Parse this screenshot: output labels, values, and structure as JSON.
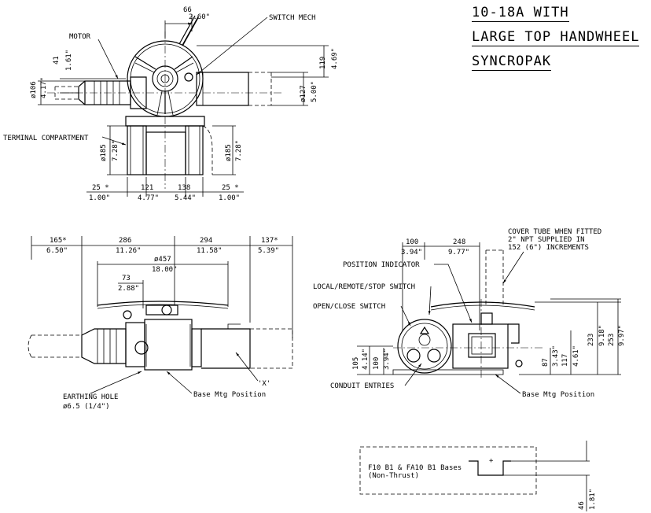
{
  "title": {
    "line1": "10-18A WITH",
    "line2": "LARGE TOP HANDWHEEL",
    "line3": "SYNCROPAK"
  },
  "top_view": {
    "dim_66_mm": "66",
    "dim_66_in": "2.60\"",
    "switch_mech": "SWITCH MECH",
    "motor": "MOTOR",
    "dim_41_mm": "41",
    "dim_41_in": "1.61\"",
    "dim_119_mm": "119",
    "dim_119_in": "4.69\"",
    "dim_106_mm": "ø106",
    "dim_106_in": "4.17\"",
    "dim_127_mm": "ø127",
    "dim_127_in": "5.00\"",
    "terminal_compartment": "TERMINAL COMPARTMENT",
    "dim_185_left_mm": "ø185",
    "dim_185_left_in": "7.28\"",
    "dim_185_right_mm": "ø185",
    "dim_185_right_in": "7.28\"",
    "dim_25_left_mm": "25 *",
    "dim_25_left_in": "1.00\"",
    "dim_121_mm": "121",
    "dim_121_in": "4.77\"",
    "dim_138_mm": "138",
    "dim_138_in": "5.44\"",
    "dim_25_right_mm": "25 *",
    "dim_25_right_in": "1.00\""
  },
  "side_view": {
    "dim_165_mm": "165*",
    "dim_165_in": "6.50\"",
    "dim_286_mm": "286",
    "dim_286_in": "11.26\"",
    "dim_294_mm": "294",
    "dim_294_in": "11.58\"",
    "dim_137_mm": "137*",
    "dim_137_in": "5.39\"",
    "dim_457_mm": "ø457",
    "dim_457_in": "18.00\"",
    "dim_73_mm": "73",
    "dim_73_in": "2.88\"",
    "earthing_hole": "EARTHING HOLE",
    "earthing_size": "ø6.5 (1/4\")",
    "base_mtg": "Base Mtg Position",
    "view_x": "'X'"
  },
  "front_view": {
    "dim_100_mm": "100",
    "dim_100_in": "3.94\"",
    "dim_248_mm": "248",
    "dim_248_in": "9.77\"",
    "cover_tube_1": "COVER TUBE WHEN FITTED",
    "cover_tube_2": "2\" NPT SUPPLIED IN",
    "cover_tube_3": "152 (6\") INCREMENTS",
    "position_indicator": "POSITION INDICATOR",
    "local_remote": "LOCAL/REMOTE/STOP SWITCH",
    "open_close": "OPEN/CLOSE SWITCH",
    "dim_105_mm": "105",
    "dim_105_in": "4.14\"",
    "dim_100v_mm": "100",
    "dim_100v_in": "3.94\"",
    "conduit_entries": "CONDUIT ENTRIES",
    "dim_87_mm": "87",
    "dim_87_in": "3.43\"",
    "dim_117_mm": "117",
    "dim_117_in": "4.61\"",
    "dim_233_mm": "233",
    "dim_233_in": "9.18\"",
    "dim_253_mm": "253",
    "dim_253_in": "9.97\"",
    "base_mtg": "Base Mtg Position"
  },
  "base_detail": {
    "label1": "F10 B1 & FA10 B1 Bases",
    "label2": "(Non-Thrust)",
    "dim_46_mm": "46",
    "dim_46_in": "1.81\""
  }
}
